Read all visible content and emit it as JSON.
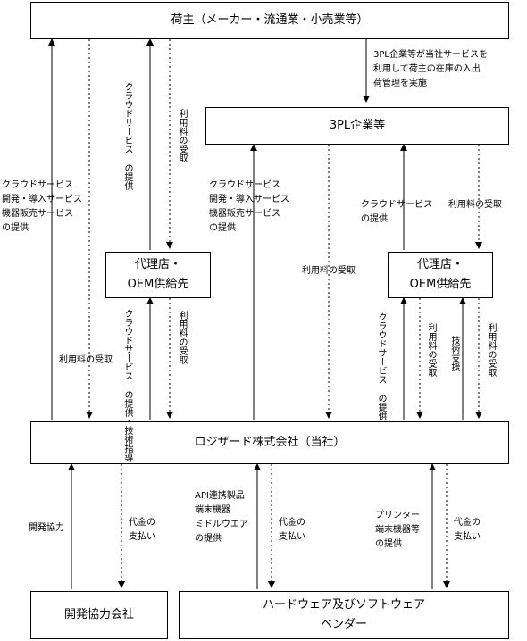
{
  "nodes": {
    "shipper": "荷主（メーカー・流通業・小売業等）",
    "threepl": "3PL企業等",
    "agent_left": [
      "代理店・",
      "OEM供給先"
    ],
    "agent_right": [
      "代理店・",
      "OEM供給先"
    ],
    "logizard": "ロジザード株式会社（当社）",
    "dev_partner": "開発協力会社",
    "hw_vendor": [
      "ハードウェア及びソフトウェア",
      "ベンダー"
    ]
  },
  "labels": {
    "shipper_3pl_note": [
      "3PL企業等が当社サービスを",
      "利用して荷主の在庫の入出",
      "荷管理を実施"
    ],
    "left_services": [
      "クラウドサービス",
      "開発・導入サービス",
      "機器販売サービス",
      "の提供"
    ],
    "left_fee": "利用料の受取",
    "agentL_cloud_v": [
      "クラウドサービス",
      "の提供"
    ],
    "agentL_fee_v": "利用料の受取",
    "lower_agentL_cloud_v": [
      "クラウドサービス",
      "の提供・技術指導"
    ],
    "lower_agentL_fee_v": "利用料の受取",
    "mid_services": [
      "クラウドサービス",
      "開発・導入サービス",
      "機器販売サービス",
      "の提供"
    ],
    "mid_fee": "利用料の受取",
    "agentR_cloud": [
      "クラウドサービス",
      "の提供"
    ],
    "agentR_fee": "利用料の受取",
    "lower_agentR_cloud_v": [
      "クラウドサービス",
      "の提供"
    ],
    "lower_agentR_fee_v": "利用料の受取",
    "lower_agentR_tech_v": "技術支援",
    "lower_agentR_fee2_v": "利用料の受取",
    "dev_coop": "開発協力",
    "dev_pay": [
      "代金の",
      "支払い"
    ],
    "api_provide": [
      "API連携製品",
      "端末機器",
      "ミドルウエア",
      "の提供"
    ],
    "api_pay": [
      "代金の",
      "支払い"
    ],
    "printer_provide": [
      "プリンター",
      "端末機器等",
      "の提供"
    ],
    "printer_pay": [
      "代金の",
      "支払い"
    ]
  }
}
